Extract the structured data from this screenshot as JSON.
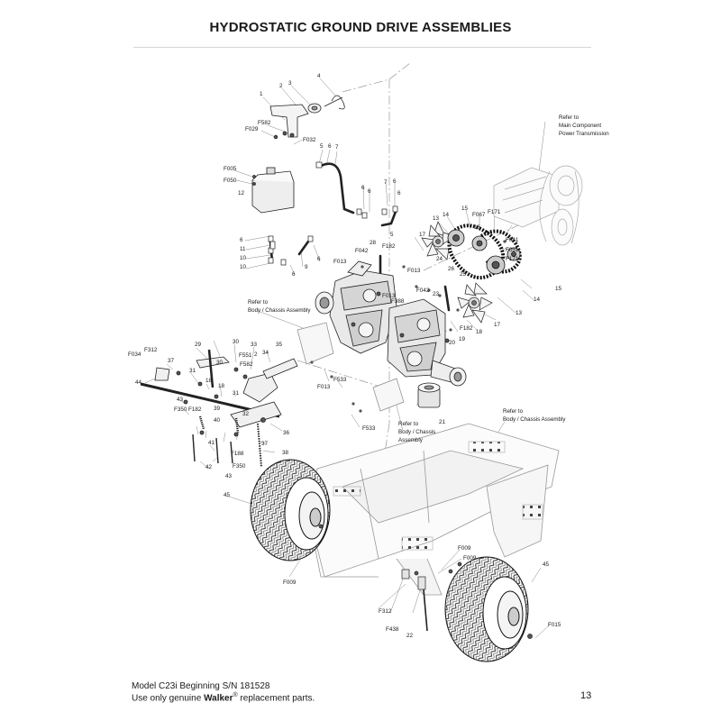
{
  "title": "HYDROSTATIC GROUND DRIVE ASSEMBLIES",
  "notes": {
    "main_transmission": [
      "Refer to",
      "Main Component",
      "Power Transmission"
    ],
    "body_chassis_upper": [
      "Refer to",
      "Body / Chassis Assembly"
    ],
    "body_chassis_middle": [
      "Refer to",
      "Body / Chassis",
      "Assembly"
    ],
    "body_chassis_right": [
      "Refer to",
      "Body / Chassis Assembly"
    ]
  },
  "part_labels": [
    "1",
    "2",
    "3",
    "4",
    "F582",
    "F029",
    "F032",
    "5",
    "6",
    "7",
    "F005",
    "F050",
    "12",
    "6",
    "6",
    "7",
    "6",
    "6",
    "5",
    "6",
    "11",
    "10",
    "6",
    "9",
    "6",
    "10",
    "13",
    "14",
    "15",
    "F067",
    "16",
    "F171",
    "F041",
    "F051",
    "F171",
    "17",
    "28",
    "F042",
    "F182",
    "F013",
    "F013",
    "F388",
    "F013",
    "F042",
    "24",
    "26",
    "23",
    "25",
    "14",
    "15",
    "17",
    "13",
    "F182",
    "18",
    "20",
    "19",
    "F034",
    "F312",
    "37",
    "44",
    "29",
    "30",
    "30",
    "33",
    "F551",
    "F582",
    "2",
    "34",
    "35",
    "31",
    "18",
    "18",
    "31",
    "43",
    "F182",
    "F350",
    "39",
    "40",
    "32",
    "36",
    "41",
    "F188",
    "42",
    "F350",
    "43",
    "37",
    "38",
    "F013",
    "F533",
    "F533",
    "21",
    "45",
    "F009",
    "F009",
    "F009",
    "F312",
    "F438",
    "22",
    "45",
    "F015"
  ],
  "footer": {
    "model": "Model C23i Beginning S/N 181528",
    "line2_prefix": "Use only genuine ",
    "brand": "Walker",
    "reg": "®",
    "line2_suffix": " replacement parts."
  },
  "page_number": "13"
}
